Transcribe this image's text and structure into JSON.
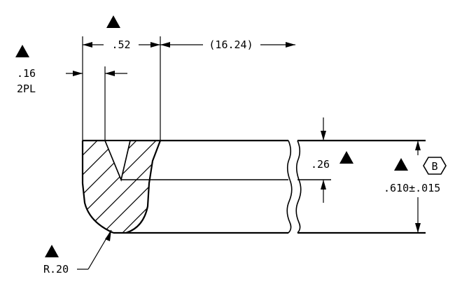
{
  "drawing": {
    "dimensions": {
      "top_width": ".52",
      "overall_length": "(16.24)",
      "offset_line1": ".16",
      "offset_line2": "2PL",
      "step_depth": ".26",
      "overall_height": ".610±.015",
      "datum": "B",
      "radius": "R.20"
    },
    "symbols": {
      "critical_marker": "filled-triangle",
      "datum_marker": "hexagon"
    },
    "colors": {
      "line": "#000000",
      "background": "#ffffff"
    }
  }
}
